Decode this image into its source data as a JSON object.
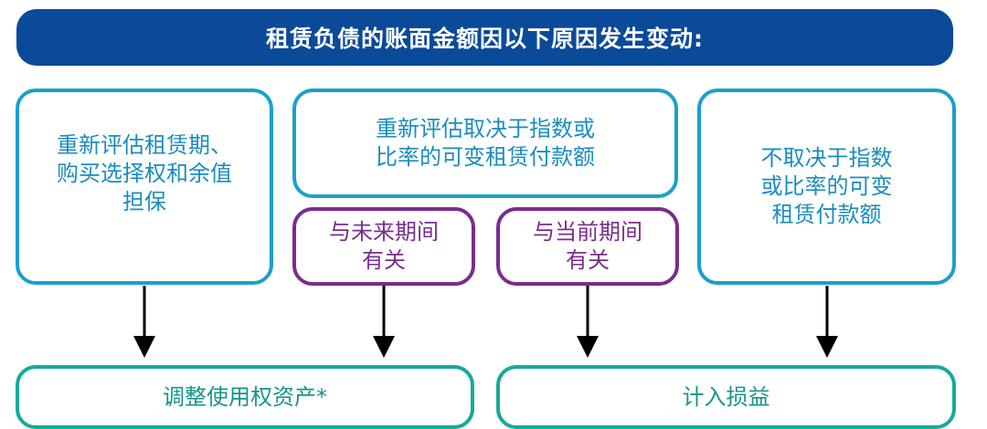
{
  "header": {
    "title": "租赁负债的账面金额因以下原因发生变动:"
  },
  "boxes": {
    "reassess_term": "重新评估租赁期、\n购买选择权和余值\n担保",
    "reassess_index": "重新评估取决于指数或\n比率的可变租赁付款额",
    "not_index": "不取决于指数\n或比率的可变\n租赁付款额",
    "future_period": "与未来期间\n有关",
    "current_period": "与当前期间\n有关",
    "adjust_rou": "调整使用权资产*",
    "profit_loss": "计入损益"
  },
  "colors": {
    "header": "#0b4a99",
    "blue_border": "#1aa0cc",
    "purple_border": "#7a2d8c",
    "teal_border": "#15aa9a"
  }
}
